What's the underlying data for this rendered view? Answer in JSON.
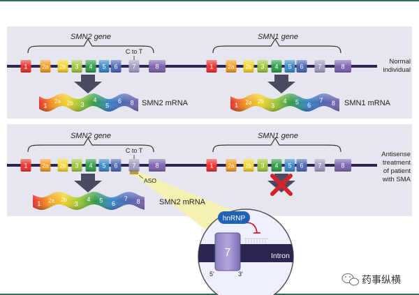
{
  "colors": {
    "panel": "#e6e6ef",
    "frame": "#2f6b55",
    "chromosome": "#2a2552",
    "arrow": "#4a4a63",
    "cross": "#d2232a",
    "aso": "#b79a33",
    "callout": "#f6f1b3",
    "circle": "#eef0ff",
    "hnrnp": "#1e63b6",
    "exon_1": "#e8302c",
    "exon_2a": "#f39a22",
    "exon_2b": "#f2d22a",
    "exon_3": "#9dc63a",
    "exon_4": "#2f9a48",
    "exon_5": "#3a86c8",
    "exon_6": "#4a66b3",
    "exon_7": "#a39ac0",
    "exon_8": "#7a63ad"
  },
  "exon_labels": [
    "1",
    "2a",
    "2b",
    "3",
    "4",
    "5",
    "6",
    "7",
    "8"
  ],
  "panel_top": {
    "smn2_gene_label": "SMN2 gene",
    "smn1_gene_label": "SMN1 gene",
    "c_to_t_label": "C to T",
    "smn2_mrna_label": "SMN2 mRNA",
    "smn1_mrna_label": "SMN1 mRNA",
    "condition_label": [
      "Normal",
      "individual"
    ]
  },
  "panel_bottom": {
    "smn2_gene_label": "SMN2 gene",
    "smn1_gene_label": "SMN1 gene",
    "c_to_t_label": "C to T",
    "aso_label": "ASO",
    "smn2_mrna_label": "SMN2 mRNA",
    "condition_label": [
      "Antisense",
      "treatment",
      "of patient",
      "with SMA"
    ]
  },
  "inset": {
    "exon_label": "7",
    "hnrnp_label": "hnRNP",
    "intron_label": "Intron",
    "five_prime_label": "5'",
    "three_prime_label": "3'"
  },
  "watermark": {
    "text": "药事纵横",
    "icon": "wechat-icon"
  }
}
